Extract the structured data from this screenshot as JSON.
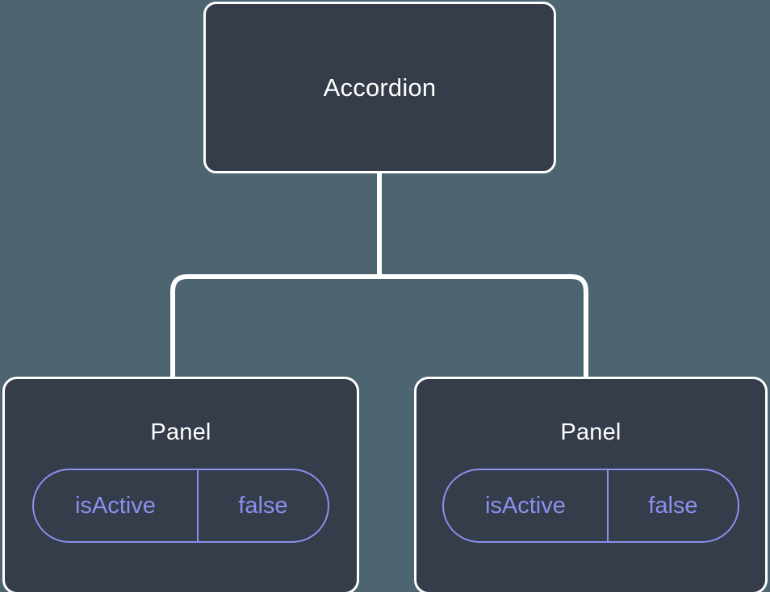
{
  "diagram": {
    "type": "component-tree",
    "background_color": "#4c6570",
    "node_fill_color": "#353c4a",
    "node_border_color": "#ffffff",
    "connector_color": "#ffffff",
    "prop_accent_color": "#8b90ee",
    "root": {
      "label": "Accordion"
    },
    "children": [
      {
        "label": "Panel",
        "props": [
          {
            "key": "isActive",
            "value": "false"
          }
        ]
      },
      {
        "label": "Panel",
        "props": [
          {
            "key": "isActive",
            "value": "false"
          }
        ]
      }
    ]
  }
}
